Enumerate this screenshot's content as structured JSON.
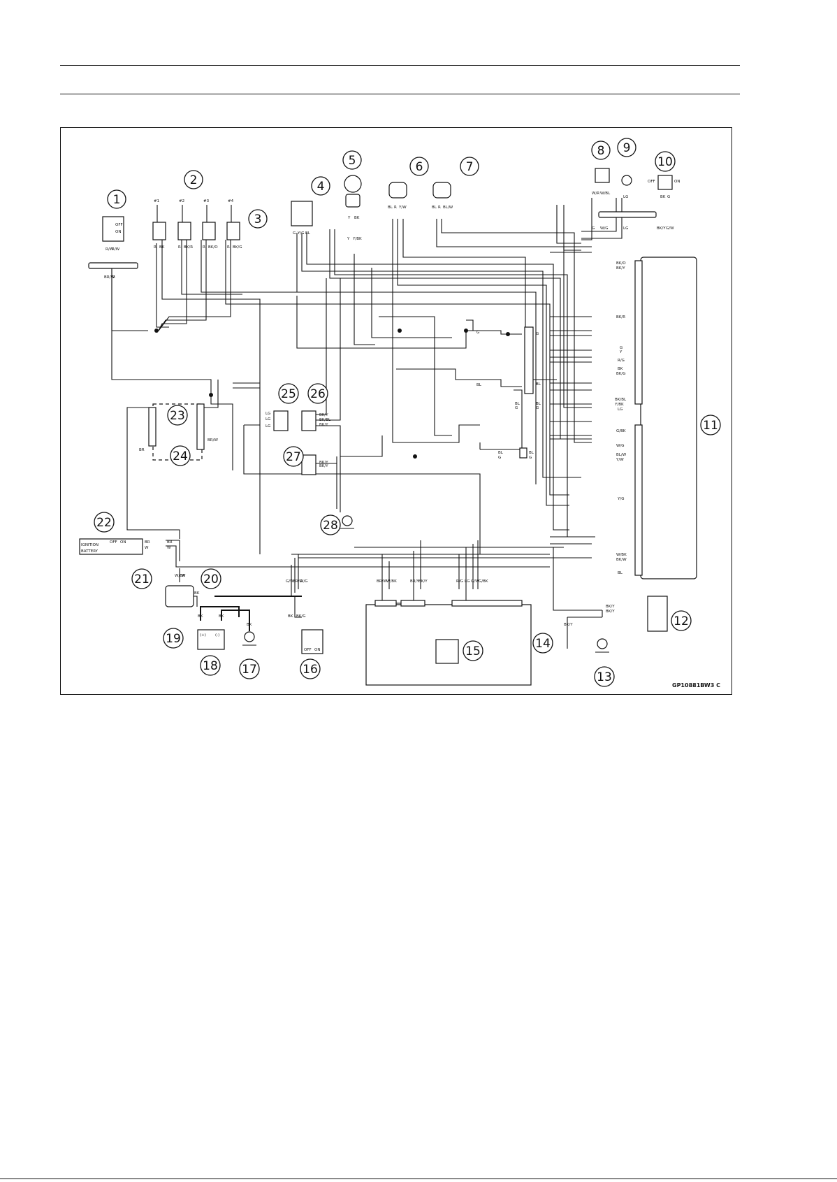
{
  "header": {
    "rule_count": 2
  },
  "diagram": {
    "code": "GP10881BW3 C",
    "cylinders": [
      "#1",
      "#2",
      "#3",
      "#4"
    ],
    "callouts": [
      {
        "id": "c1",
        "label": "1"
      },
      {
        "id": "c2",
        "label": "2"
      },
      {
        "id": "c3",
        "label": "3"
      },
      {
        "id": "c4",
        "label": "4"
      },
      {
        "id": "c5",
        "label": "5"
      },
      {
        "id": "c6",
        "label": "6"
      },
      {
        "id": "c7",
        "label": "7"
      },
      {
        "id": "c8",
        "label": "8"
      },
      {
        "id": "c9",
        "label": "9"
      },
      {
        "id": "c10",
        "label": "10"
      },
      {
        "id": "c11",
        "label": "11"
      },
      {
        "id": "c12",
        "label": "12"
      },
      {
        "id": "c13",
        "label": "13"
      },
      {
        "id": "c14",
        "label": "14"
      },
      {
        "id": "c15",
        "label": "15"
      },
      {
        "id": "c16",
        "label": "16"
      },
      {
        "id": "c17",
        "label": "17"
      },
      {
        "id": "c18",
        "label": "18"
      },
      {
        "id": "c19",
        "label": "19"
      },
      {
        "id": "c20",
        "label": "20"
      },
      {
        "id": "c21",
        "label": "21"
      },
      {
        "id": "c22",
        "label": "22"
      },
      {
        "id": "c23",
        "label": "23"
      },
      {
        "id": "c24",
        "label": "24"
      },
      {
        "id": "c25",
        "label": "25"
      },
      {
        "id": "c26",
        "label": "26"
      },
      {
        "id": "c27",
        "label": "27"
      },
      {
        "id": "c28",
        "label": "28"
      }
    ],
    "switch_labels": {
      "off": "OFF",
      "on": "ON"
    },
    "ignition_table": {
      "rows": [
        "IGNITION",
        "BATTERY"
      ],
      "cols": [
        "OFF",
        "ON"
      ]
    },
    "battery_terms": {
      "pos": "(+)",
      "neg": "(-)"
    },
    "wire_codes": {
      "ecu_right": [
        "BK/O",
        "BK/Y",
        "BK/R",
        "G",
        "Y",
        "R/G",
        "BK",
        "BK/G",
        "BK/BL",
        "Y/BK",
        "LG",
        "G/BK",
        "W/G",
        "BL/W",
        "Y/W",
        "Y/G",
        "W/BK",
        "BK/W",
        "BL"
      ],
      "mid_conn_a": [
        "G",
        "BL",
        "BL",
        "G"
      ],
      "mid_conn_b": [
        "G",
        "BL",
        "BL",
        "G"
      ],
      "small_conn": [
        "BL",
        "G",
        "BL",
        "G"
      ],
      "relay_pins": [
        "LG",
        "LG",
        "LG",
        "BK/Y",
        "BK/BL",
        "BK/Y",
        "BK/Y",
        "BK/Y"
      ],
      "fuse": [
        "BR",
        "BR/W"
      ],
      "ign_out": [
        "BR",
        "W",
        "BR",
        "W"
      ],
      "starter_relay": [
        "W/BK",
        "W",
        "BK"
      ],
      "tip_over": [
        "BK/Y",
        "BK/Y",
        "BK/Y"
      ],
      "top_left": [
        "R/W",
        "R/W",
        "BR/W",
        "R"
      ],
      "coils": [
        "R",
        "BK",
        "R",
        "BK/R",
        "R",
        "BK/O",
        "R",
        "BK/G"
      ],
      "sensor_4": [
        "G",
        "Y/G",
        "BL"
      ],
      "sensor_5": [
        "Y",
        "BK",
        "Y",
        "Y/BK"
      ],
      "sensor_6": [
        "BL",
        "R",
        "Y/W"
      ],
      "sensor_7": [
        "BL",
        "R",
        "BL/W"
      ],
      "sensor_8": [
        "W/R",
        "W/BL",
        "G",
        "W/G"
      ],
      "sensor_9": [
        "LG",
        "LG"
      ],
      "switch_10": [
        "BK",
        "G",
        "BK/Y",
        "G/W"
      ],
      "bottom_bus": [
        "G/W",
        "BR/G",
        "W/G",
        "BK",
        "BK/G",
        "BR/W",
        "W/BK",
        "BR/Y",
        "BK/Y",
        "R/G",
        "LG",
        "G/W",
        "G/BK"
      ],
      "ground": [
        "BK",
        "BK",
        "BK"
      ]
    }
  }
}
